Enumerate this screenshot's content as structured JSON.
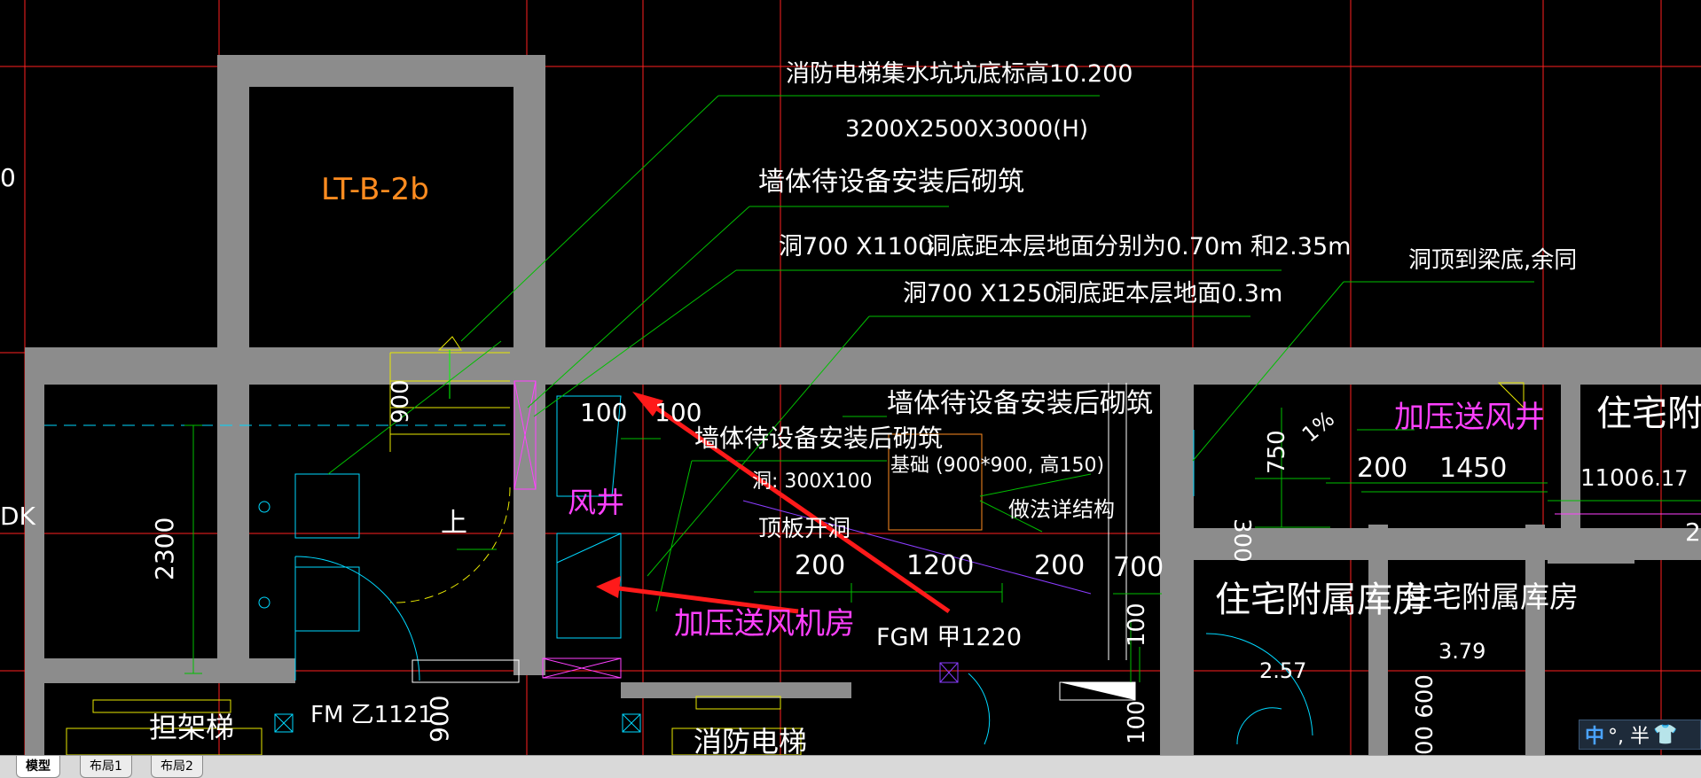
{
  "drawing": {
    "elevator_label": "LT-B-2b",
    "pit_note": "消防电梯集水坑坑底标高10.200",
    "pit_size": "3200X2500X3000(H)",
    "wall_note_1": "墙体待设备安装后砌筑",
    "opening_1_size": "洞700 X1100",
    "opening_1_height": "洞底距本层地面分别为0.70m 和2.35m",
    "opening_2_size": "洞700 X1250",
    "opening_2_height": "洞底距本层地面0.3m",
    "beam_note": "洞顶到梁底,余同",
    "wall_note_2": "墙体待设备安装后砌筑",
    "wall_note_3": "墙体待设备安装后砌筑",
    "foundation_note": "基础 (900*900, 高150)",
    "structure_note": "做法详结构",
    "slab_opening_size": "洞: 300X100",
    "slab_opening": "顶板开洞",
    "air_shaft": "风井",
    "fan_room": "加压送风机房",
    "pressure_shaft": "加压送风井",
    "storage_1": "住宅附属库房",
    "storage_2": "住宅附属库房",
    "storage_3": "住宅附属库",
    "stretcher_lift": "担架梯",
    "fire_lift": "消防电梯",
    "door_fgm": "FGM 甲1220",
    "door_fm": "FM 乙1121",
    "stair_up": "上",
    "left_edge_text": "DK",
    "left_edge_zero": "0",
    "dims": {
      "d100a": "100",
      "d100b": "100",
      "d900v": "900",
      "d2300": "2300",
      "d200a": "200",
      "d1200": "1200",
      "d200b": "200",
      "d700": "700",
      "d100v": "100",
      "d100v2": "100",
      "d900b": "900",
      "d750": "750",
      "d300": "300",
      "d200c": "200",
      "d1450": "1450",
      "d1100": "1100",
      "d617": "6.17",
      "d2": "2",
      "slope": "1%",
      "lvl_257": "2.57",
      "lvl_379": "3.79",
      "d600": "00 600"
    }
  },
  "tabs": [
    {
      "label": "模型",
      "active": true
    },
    {
      "label": "布局1",
      "active": false
    },
    {
      "label": "布局2",
      "active": false
    }
  ],
  "ime": {
    "lang": "中",
    "mode": "°, 半",
    "icon": "shirt-icon"
  },
  "colors": {
    "background": "#000000",
    "wall": "#8c8c8c",
    "axis": "#ff2020",
    "leader": "#00c000",
    "text": "#ffffff",
    "magenta": "#ff40ff",
    "cyan": "#00d8ff",
    "yellow": "#e8e800",
    "orange": "#ff8c20",
    "arrow": "#ff1a1a"
  }
}
